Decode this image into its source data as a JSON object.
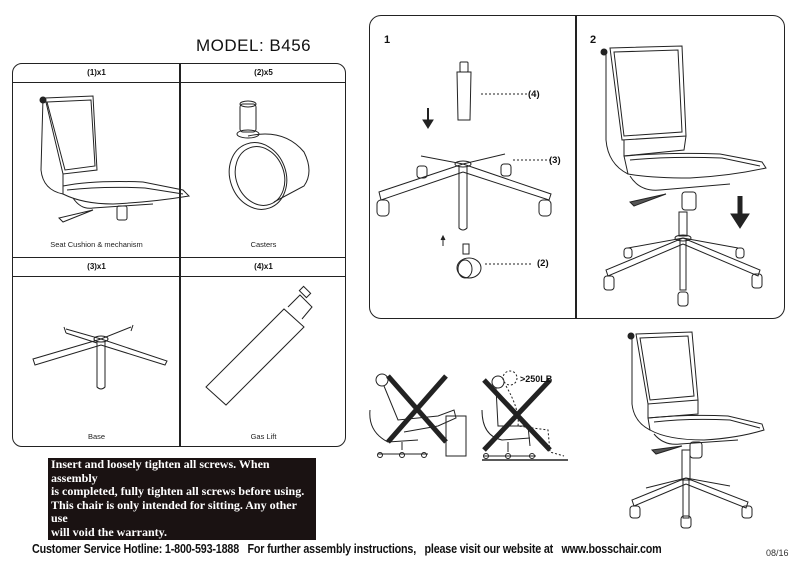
{
  "header": {
    "model": "MODEL: B456"
  },
  "parts": [
    {
      "id": "1",
      "heading": "(1)x1",
      "caption": "Seat Cushion & mechanism",
      "icon": "seat-mechanism-icon"
    },
    {
      "id": "2",
      "heading": "(2)x5",
      "caption": "Casters",
      "icon": "caster-icon"
    },
    {
      "id": "3",
      "heading": "(3)x1",
      "caption": "Base",
      "icon": "base-icon"
    },
    {
      "id": "4",
      "heading": "(4)x1",
      "caption": "Gas Lift",
      "icon": "gas-lift-icon"
    }
  ],
  "steps": [
    {
      "number": "1",
      "callouts": [
        "(4)",
        "(3)",
        "(2)"
      ],
      "icon": "base-assembly-icon"
    },
    {
      "number": "2",
      "callouts": [],
      "icon": "seat-onto-base-icon"
    }
  ],
  "warnings": {
    "lines": [
      "Insert and loosely tighten all screws. When assembly",
      "is completed, fully tighten all screws before using.",
      "This chair is only intended for sitting. Any other use",
      "will void the warranty."
    ],
    "weight_limit": ">250LB",
    "prohibited_icons": [
      "no-leaning-back-icon",
      "no-overweight-icon"
    ]
  },
  "finished_chair": {
    "icon": "assembled-chair-icon"
  },
  "footer": {
    "text": "Customer Service Hotline: 1-800-593-1888   For further assembly instructions,   please visit our website at   www.bosschair.com",
    "date": "08/16"
  },
  "colors": {
    "ink": "#222222",
    "warning_bg": "#1a1212",
    "warning_text": "#ffffff"
  }
}
